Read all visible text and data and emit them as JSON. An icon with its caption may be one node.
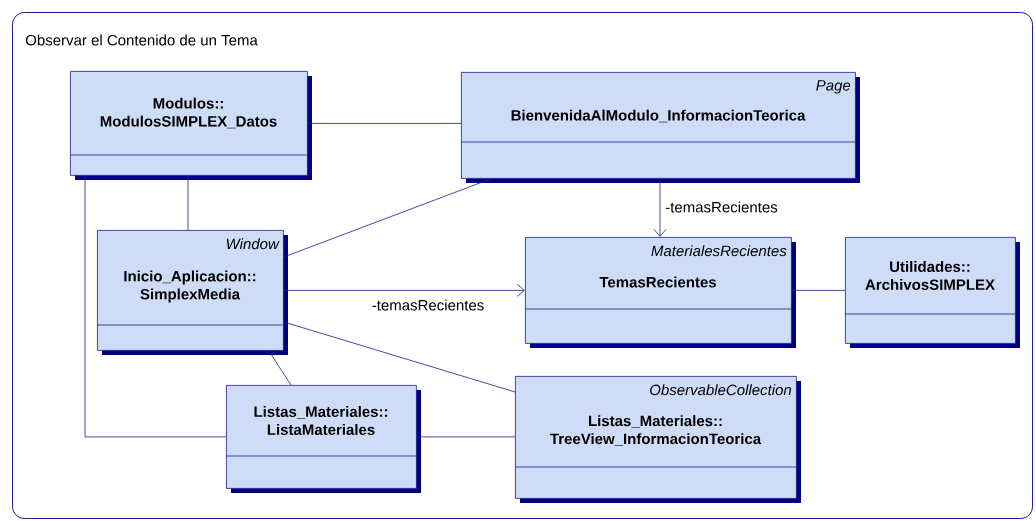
{
  "diagram": {
    "nodes": [
      {
        "text": [
          "Observar el Contenido de un Tema"
        ]
      },
      {
        "text": [
          "Modulos:: ModulosSIMPLEX_Datos"
        ],
        "in": 0
      },
      {
        "text": [
          "Page",
          "BienvenidaAlModulo_InformacionTeorica"
        ],
        "in": 0
      },
      {
        "text": [
          "Window",
          "Inicio_Aplicacion:: SimplexMedia"
        ],
        "in": 0
      },
      {
        "text": [
          "MaterialesRecientes",
          "TemasRecientes"
        ],
        "in": 0
      },
      {
        "text": [
          "Utilidades:: ArchivosSIMPLEX"
        ],
        "in": 0
      },
      {
        "text": [
          "Listas_Materiales:: ListaMateriales"
        ],
        "in": 0
      },
      {
        "text": [
          "ObservableCollection",
          "Listas_Materiales:: TreeView_InformacionTeorica"
        ],
        "in": 0
      }
    ],
    "edges": [
      {
        "from": 1,
        "to": 2,
        "arrow": "none"
      },
      {
        "from": 1,
        "to": 3,
        "arrow": "none"
      },
      {
        "from": 1,
        "to": 6,
        "arrow": "none"
      },
      {
        "from": 2,
        "to": 3,
        "arrow": "none"
      },
      {
        "from": 2,
        "to": 4,
        "arrow": "to",
        "label": "-temasRecientes"
      },
      {
        "from": 3,
        "to": 4,
        "arrow": "to",
        "label": "-temasRecientes"
      },
      {
        "from": 3,
        "to": 6,
        "arrow": "none"
      },
      {
        "from": 3,
        "to": 7,
        "arrow": "none"
      },
      {
        "from": 4,
        "to": 5,
        "arrow": "none"
      },
      {
        "from": 6,
        "to": 7,
        "arrow": "none"
      }
    ]
  }
}
